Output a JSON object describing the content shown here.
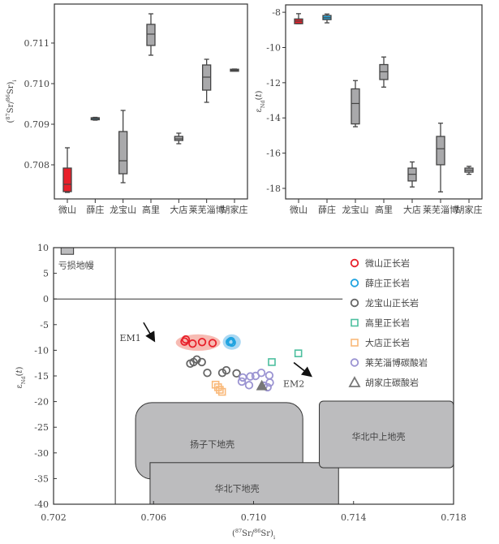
{
  "chart_data": [
    {
      "type": "box",
      "ylabel_parts": [
        [
          "(",
          ""
        ],
        [
          "87",
          "sup"
        ],
        [
          "Sr/",
          ""
        ],
        [
          "86",
          "sup"
        ],
        [
          "Sr)",
          ""
        ],
        [
          "i",
          "sub"
        ]
      ],
      "categories": [
        "微山",
        "薛庄",
        "龙宝山",
        "高里",
        "大店",
        "莱芜淄博",
        "胡家庄"
      ],
      "ylim": [
        0.70716,
        0.71196
      ],
      "yticks": [
        "0.708",
        "0.709",
        "0.710",
        "0.711"
      ],
      "boxes": [
        {
          "min": 0.70732,
          "q1": 0.70734,
          "median": 0.70752,
          "q3": 0.70792,
          "max": 0.70842,
          "color": "#e8202a"
        },
        {
          "min": 0.7091,
          "q1": 0.70911,
          "median": 0.70914,
          "q3": 0.70916,
          "max": 0.70917,
          "color": "#2a8fb0"
        },
        {
          "min": 0.70756,
          "q1": 0.70778,
          "median": 0.7081,
          "q3": 0.70882,
          "max": 0.70934,
          "color": "#a9a9ab"
        },
        {
          "min": 0.7107,
          "q1": 0.71094,
          "median": 0.71122,
          "q3": 0.71146,
          "max": 0.71172,
          "color": "#a9a9ab"
        },
        {
          "min": 0.70852,
          "q1": 0.7086,
          "median": 0.70864,
          "q3": 0.7087,
          "max": 0.70878,
          "color": "#a9a9ab"
        },
        {
          "min": 0.70954,
          "q1": 0.70984,
          "median": 0.71016,
          "q3": 0.71046,
          "max": 0.7106,
          "color": "#a9a9ab"
        },
        {
          "min": 0.71031,
          "q1": 0.71032,
          "median": 0.71033,
          "q3": 0.71034,
          "max": 0.71036,
          "color": "#a9a9ab"
        }
      ]
    },
    {
      "type": "box",
      "ylabel_parts": [
        [
          "ε",
          ""
        ],
        [
          "Nd",
          "sub"
        ],
        [
          "(",
          ""
        ],
        [
          "t",
          "it"
        ],
        [
          ")",
          ""
        ]
      ],
      "categories": [
        "微山",
        "薛庄",
        "龙宝山",
        "高里",
        "大店",
        "莱芜淄博",
        "胡家庄"
      ],
      "ylim": [
        -18.6,
        -7.58
      ],
      "yticks": [
        "-8",
        "-10",
        "-12",
        "-14",
        "-16",
        "-18"
      ],
      "boxes": [
        {
          "min": -8.65,
          "q1": -8.65,
          "median": -8.5,
          "q3": -8.38,
          "max": -8.08,
          "color": "#e8202a",
          "median_color": "#e8202a"
        },
        {
          "min": -8.6,
          "q1": -8.42,
          "median": -8.31,
          "q3": -8.18,
          "max": -8.1,
          "color": "#29a9e0"
        },
        {
          "min": -14.5,
          "q1": -14.34,
          "median": -13.18,
          "q3": -12.35,
          "max": -11.88,
          "color": "#a9a9ab"
        },
        {
          "min": -12.25,
          "q1": -11.82,
          "median": -11.38,
          "q3": -10.97,
          "max": -10.54,
          "color": "#a9a9ab"
        },
        {
          "min": -17.92,
          "q1": -17.58,
          "median": -17.2,
          "q3": -16.85,
          "max": -16.5,
          "color": "#a9a9ab"
        },
        {
          "min": -18.2,
          "q1": -16.66,
          "median": -15.75,
          "q3": -15.05,
          "max": -14.3,
          "color": "#a9a9ab"
        },
        {
          "min": -17.2,
          "q1": -17.08,
          "median": -16.97,
          "q3": -16.85,
          "max": -16.75,
          "color": "#a9a9ab"
        }
      ]
    },
    {
      "type": "scatter",
      "xlabel_parts": [
        [
          "(",
          ""
        ],
        [
          "87",
          "sup"
        ],
        [
          "Sr/",
          ""
        ],
        [
          "86",
          "sup"
        ],
        [
          "Sr)",
          ""
        ],
        [
          "i",
          "sub"
        ]
      ],
      "ylabel_parts": [
        [
          "ε",
          ""
        ],
        [
          "Nd",
          "sub"
        ],
        [
          "(",
          ""
        ],
        [
          "t",
          "it"
        ],
        [
          ")",
          ""
        ]
      ],
      "xlim": [
        0.702,
        0.718
      ],
      "ylim": [
        -40,
        10
      ],
      "xticks": [
        "0.702",
        "0.706",
        "0.710",
        "0.714",
        "0.718"
      ],
      "yticks": [
        "10",
        "5",
        "0",
        "-5",
        "-10",
        "-15",
        "-20",
        "-25",
        "-30",
        "-35",
        "-40"
      ],
      "reference_lines": {
        "vertical_x": 0.70447,
        "horizontal_y": 0,
        "horizontal_x_end": 0.71356
      },
      "regions": [
        {
          "label": "亏损地幔",
          "x": [
            0.7023,
            0.7028
          ],
          "y": [
            8.7,
            10
          ],
          "label_at": [
            0.7029,
            6.6
          ],
          "rounded": false
        },
        {
          "label": "扬子下地壳",
          "x": [
            0.70528,
            0.71197
          ],
          "y": [
            -35.1,
            -20.2
          ],
          "label_at": [
            0.70835,
            -28.3
          ],
          "rounded": true
        },
        {
          "label": "华北下地壳",
          "x": [
            0.70586,
            0.7134
          ],
          "y": [
            -40,
            -31.9
          ],
          "label_at": [
            0.70934,
            -36.9
          ],
          "rounded": false
        },
        {
          "label": "华北中上地壳",
          "x": [
            0.71263,
            0.718
          ],
          "y": [
            -32.9,
            -19.9
          ],
          "label_at": [
            0.715,
            -26.8
          ],
          "rounded": "small"
        }
      ],
      "annotations": [
        {
          "label": "EM1",
          "at": [
            0.70507,
            -7.6
          ],
          "arrow_from": [
            0.7056,
            -4.6
          ],
          "arrow_to": [
            0.70601,
            -8.0
          ]
        },
        {
          "label": "EM2",
          "at": [
            0.71161,
            -16.5
          ],
          "arrow_from": [
            0.71161,
            -12.4
          ],
          "arrow_to": [
            0.71227,
            -14.9
          ]
        }
      ],
      "fields": [
        {
          "center": [
            0.70778,
            -8.5
          ],
          "rx": 0.00089,
          "ry": 1.6,
          "color": "#f4a49a"
        },
        {
          "center": [
            0.70913,
            -8.4
          ],
          "rx": 0.00036,
          "ry": 1.5,
          "color": "#8ccbef"
        }
      ],
      "series": [
        {
          "name": "微山正长岩",
          "marker": "circle",
          "color": "#e8202a",
          "points": [
            [
              0.70724,
              -8.3
            ],
            [
              0.70729,
              -7.9
            ],
            [
              0.70756,
              -8.7
            ],
            [
              0.70794,
              -8.4
            ],
            [
              0.70836,
              -8.6
            ]
          ]
        },
        {
          "name": "薛庄正长岩",
          "marker": "circle",
          "color": "#1fa3e0",
          "points": [
            [
              0.70905,
              -8.4
            ],
            [
              0.7091,
              -8.2
            ],
            [
              0.70913,
              -8.5
            ]
          ]
        },
        {
          "name": "龙宝山正长岩",
          "marker": "circle",
          "color": "#666666",
          "points": [
            [
              0.70747,
              -12.6
            ],
            [
              0.7076,
              -12.3
            ],
            [
              0.70773,
              -11.8
            ],
            [
              0.70793,
              -12.3
            ],
            [
              0.70815,
              -14.4
            ],
            [
              0.70875,
              -14.4
            ],
            [
              0.70891,
              -13.9
            ],
            [
              0.70932,
              -14.5
            ]
          ]
        },
        {
          "name": "高里正长岩",
          "marker": "square",
          "color": "#4dbf9f",
          "points": [
            [
              0.71073,
              -12.3
            ],
            [
              0.71179,
              -10.6
            ]
          ]
        },
        {
          "name": "大店正长岩",
          "marker": "square",
          "color": "#f9b97a",
          "points": [
            [
              0.70848,
              -16.7
            ],
            [
              0.70858,
              -17.2
            ],
            [
              0.70865,
              -17.7
            ],
            [
              0.70874,
              -18.1
            ]
          ]
        },
        {
          "name": "莱芜淄博碳酸岩",
          "marker": "circle",
          "color": "#9b94d2",
          "points": [
            [
              0.70953,
              -16.1
            ],
            [
              0.70957,
              -15.3
            ],
            [
              0.70982,
              -16.8
            ],
            [
              0.70987,
              -15.1
            ],
            [
              0.71008,
              -15.0
            ],
            [
              0.71031,
              -14.4
            ],
            [
              0.71063,
              -14.9
            ],
            [
              0.71065,
              -16.3
            ],
            [
              0.71056,
              -17.2
            ],
            [
              0.7104,
              -16.9
            ]
          ]
        },
        {
          "name": "胡家庄碳酸岩",
          "marker": "triangle",
          "color": "#777777",
          "points": [
            [
              0.71033,
              -16.9
            ]
          ]
        }
      ]
    }
  ]
}
